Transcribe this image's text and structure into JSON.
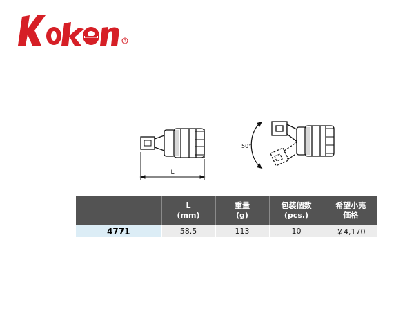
{
  "brand": {
    "logo_text": "Ko-ken",
    "color": "#d61f26"
  },
  "drawing": {
    "length_label": "L",
    "angle_label": "50°"
  },
  "table": {
    "headers": [
      {
        "line1": "",
        "line2": ""
      },
      {
        "line1": "L",
        "line2": "(mm)"
      },
      {
        "line1": "重量",
        "line2": "(g)"
      },
      {
        "line1": "包装個数",
        "line2": "(pcs.)"
      },
      {
        "line1": "希望小売",
        "line2": "価格"
      }
    ],
    "rows": [
      {
        "code": "4771",
        "length": "58.5",
        "weight": "113",
        "pack_qty": "10",
        "price": "￥4,170"
      }
    ]
  },
  "colors": {
    "header_bg": "#535353",
    "code_cell_bg": "#dcedf6",
    "value_cell_bg": "#ececec"
  }
}
